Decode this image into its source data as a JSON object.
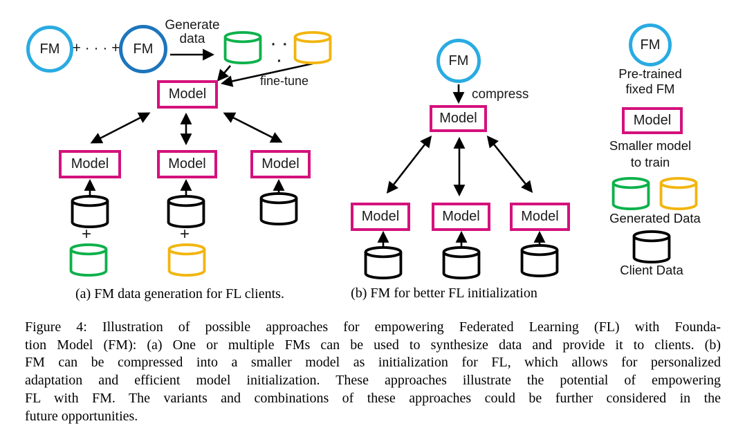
{
  "figure": {
    "panel_a": {
      "fm_label": "FM",
      "plus_dots": "+ · · · +",
      "generate_line1": "Generate",
      "generate_line2": "data",
      "dots": "· · ·",
      "fine_tune_label": "fine-tune",
      "model_label": "Model",
      "plus": "+",
      "caption": "(a) FM data generation for FL clients."
    },
    "panel_b": {
      "fm_label": "FM",
      "compress_label": "compress",
      "model_label": "Model",
      "caption": "(b) FM for better FL initialization"
    },
    "legend": {
      "fm_label": "FM",
      "fm_desc_line1": "Pre-trained",
      "fm_desc_line2": "fixed FM",
      "model_label": "Model",
      "model_desc_line1": "Smaller model",
      "model_desc_line2": "to train",
      "generated_data_label": "Generated Data",
      "client_data_label": "Client Data"
    },
    "colors": {
      "fm_blue_light": "#29ABE2",
      "fm_blue_dark": "#1C75BC",
      "model_magenta": "#D4117C",
      "generated_green": "#0DB14B",
      "generated_yellow": "#F2B510",
      "client_black": "#000000"
    }
  },
  "caption": {
    "lines": [
      "Figure 4: Illustration of possible approaches for empowering Federated Learning (FL) with Founda-",
      "tion Model (FM): (a) One or multiple FMs can be used to synthesize data and provide it to clients. (b)",
      "FM can be compressed into a smaller model as initialization for FL, which allows for personalized",
      "adaptation and efficient model initialization. These approaches illustrate the potential of empowering",
      "FL with FM. The variants and combinations of these approaches could be further considered in the",
      "future opportunities."
    ]
  }
}
